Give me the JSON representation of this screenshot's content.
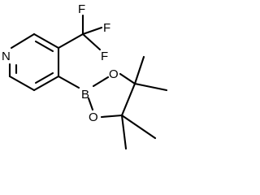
{
  "molecule": {
    "atoms": {
      "nitrogen": "N",
      "fluorine_top": "F",
      "fluorine_right": "F",
      "fluorine_lower": "F",
      "boron": "B",
      "oxygen_upper": "O",
      "oxygen_lower": "O"
    }
  },
  "colors": {
    "bond": "#000000",
    "label": "#000000",
    "background": "#ffffff"
  }
}
